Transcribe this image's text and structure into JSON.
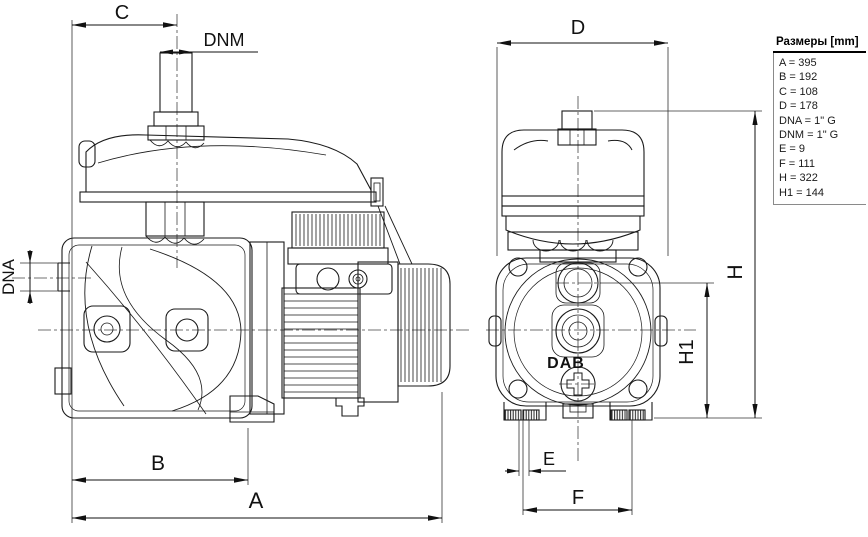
{
  "drawing": {
    "logo": "DAB",
    "labels": {
      "a": "A",
      "b": "B",
      "c": "C",
      "d": "D",
      "dna": "DNA",
      "dnm": "DNM",
      "e": "E",
      "f": "F",
      "h": "H",
      "h1": "H1"
    }
  },
  "dimensions_table": {
    "header": "Размеры [mm]",
    "rows": [
      "A = 395",
      "B = 192",
      "C = 108",
      "D = 178",
      "DNA = 1\" G",
      "DNM = 1\" G",
      "E = 9",
      "F = 111",
      "H = 322",
      "H1 = 144"
    ]
  }
}
